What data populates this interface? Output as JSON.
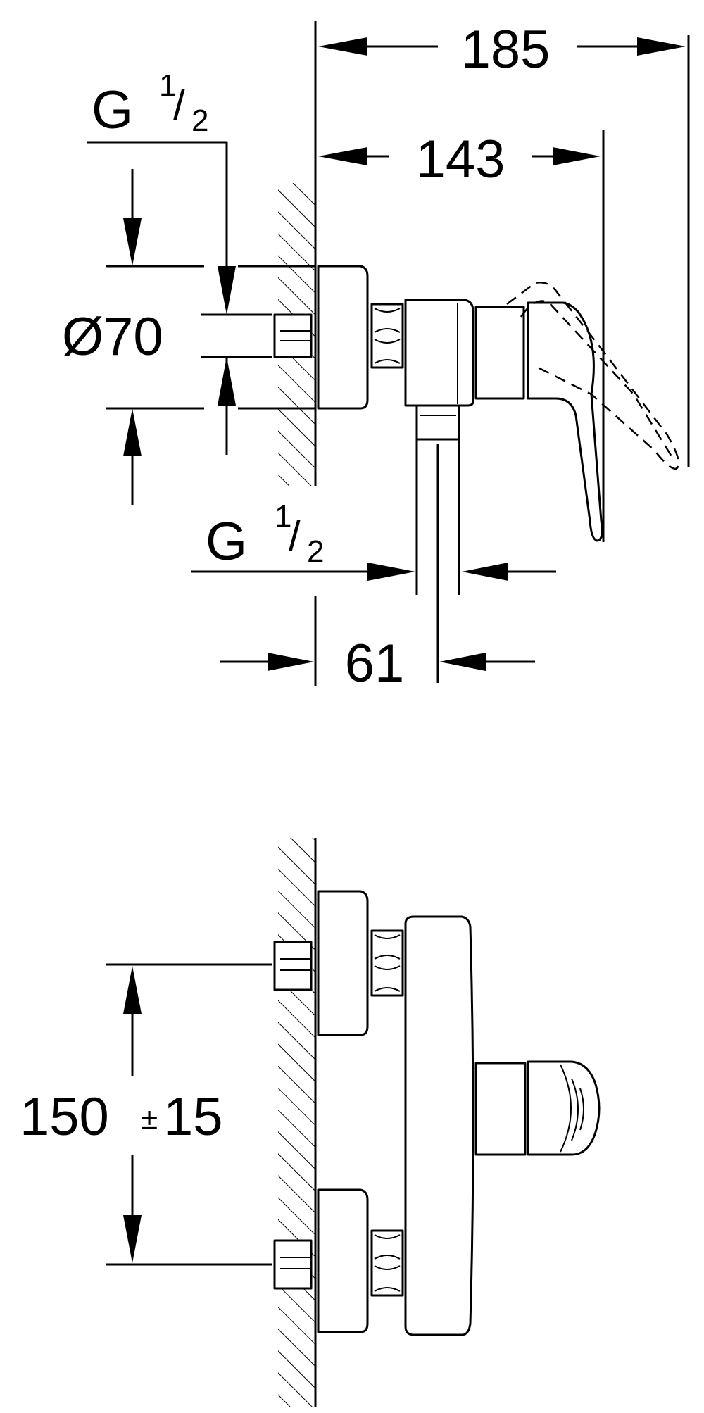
{
  "dimensions": {
    "overall_depth": "185",
    "handle_depth": "143",
    "offset": "61",
    "rosette_diameter": "Ø70",
    "inlet_thread": {
      "letter": "G",
      "numerator": "1",
      "slash": "/",
      "denominator": "2"
    },
    "outlet_thread": {
      "letter": "G",
      "numerator": "1",
      "slash": "/",
      "denominator": "2"
    },
    "centre_distance": {
      "value": "150",
      "pm": "±",
      "tolerance": "15"
    }
  }
}
